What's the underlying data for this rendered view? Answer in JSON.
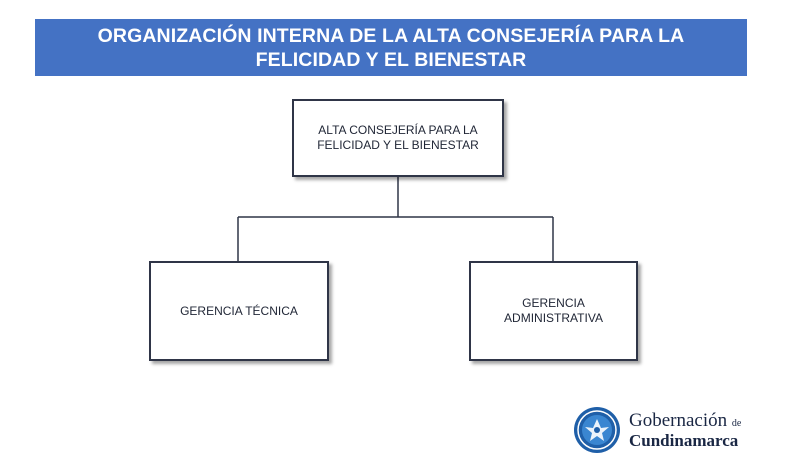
{
  "title": "ORGANIZACIÓN INTERNA DE LA ALTA CONSEJERÍA PARA LA FELICIDAD Y EL BIENESTAR",
  "org_chart": {
    "root": {
      "label": "ALTA CONSEJERÍA PARA LA FELICIDAD Y EL BIENESTAR"
    },
    "children": [
      {
        "label": "GERENCIA TÉCNICA"
      },
      {
        "label": "GERENCIA ADMINISTRATIVA"
      }
    ]
  },
  "logo": {
    "line1": "Gobernación",
    "line1_small": "de",
    "line2": "Cundinamarca",
    "seal_icon": "cundinamarca-seal-icon"
  },
  "colors": {
    "banner": "#4472c4",
    "banner_text": "#ffffff",
    "box_border": "#2f3547",
    "connector": "#2f3547"
  }
}
